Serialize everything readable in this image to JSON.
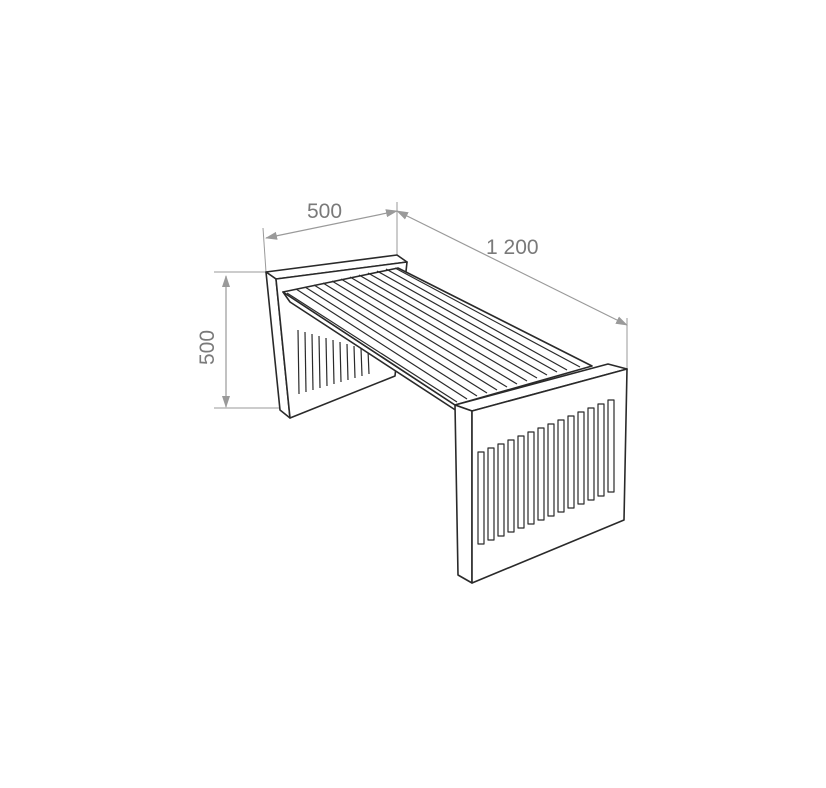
{
  "dimensions": {
    "width": "500",
    "length": "1 200",
    "height": "500"
  },
  "colors": {
    "outline": "#2a2a2a",
    "dimension": "#9a9a9a",
    "dimension_text": "#7a7a7a",
    "background": "#ffffff"
  }
}
